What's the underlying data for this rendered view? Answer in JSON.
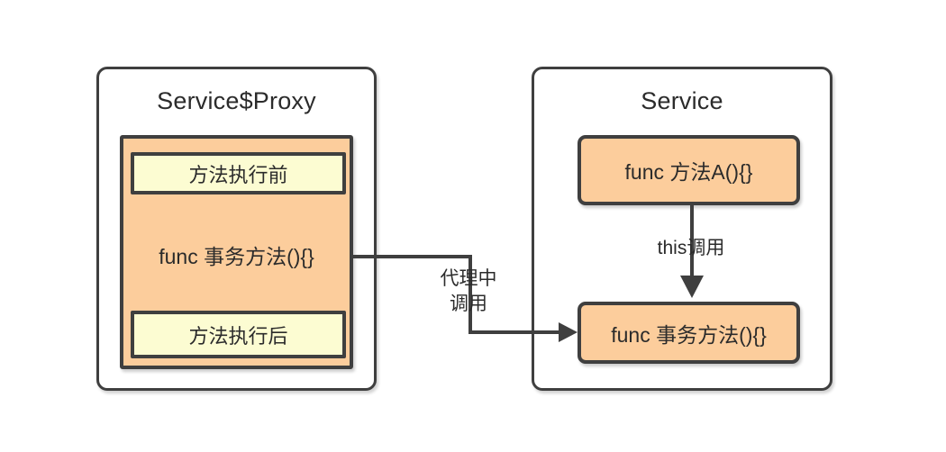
{
  "diagram": {
    "title_left": "Service$Proxy",
    "title_right": "Service",
    "background_color": "#ffffff",
    "stroke_color": "#3f3f3f",
    "orange_fill": "#fccd9c",
    "yellow_fill": "#fcfcd2",
    "text_color": "#2b2b2b"
  },
  "left_panel": {
    "title": "Service$Proxy",
    "proxy_method": {
      "before_label": "方法执行前",
      "body_label": "func 事务方法(){}",
      "after_label": "方法执行后"
    }
  },
  "right_panel": {
    "title": "Service",
    "method_a_label": "func 方法A(){}",
    "tx_method_label": "func 事务方法(){}",
    "this_call_label": "this调用"
  },
  "connectors": {
    "proxy_invoke_label": "代理中\n调用",
    "this_invoke_label": "this调用"
  }
}
